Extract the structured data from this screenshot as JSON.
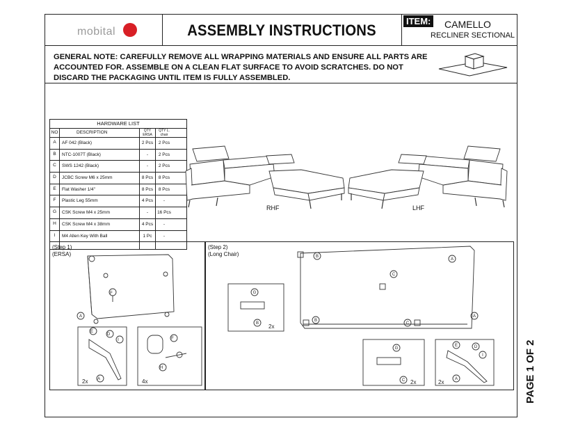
{
  "header": {
    "logo_text": "mobital",
    "title": "ASSEMBLY INSTRUCTIONS",
    "item_tag": "ITEM:",
    "item_name": "CAMELLO",
    "item_sub": "RECLINER SECTIONAL"
  },
  "general_note": "GENERAL NOTE: CAREFULLY REMOVE ALL WRAPPING MATERIALS AND ENSURE ALL PARTS ARE ACCOUNTED FOR. ASSEMBLE ON A CLEAN FLAT SURFACE TO AVOID SCRATCHES. DO NOT DISCARD THE PACKAGING UNTIL ITEM IS FULLY ASSEMBLED.",
  "hardware": {
    "title": "HARDWARE LIST",
    "col_no": "NO",
    "col_desc": "DESCRIPTION",
    "col_q1": "QTY ERSA",
    "col_q2": "QTY L. chair",
    "rows": [
      {
        "no": "A",
        "desc": "AF 042 (Black)",
        "q1": "2 Pcs",
        "q2": "2 Pcs"
      },
      {
        "no": "B",
        "desc": "NTC-1007T (Black)",
        "q1": "-",
        "q2": "2 Pcs"
      },
      {
        "no": "C",
        "desc": "SWS 1242 (Black)",
        "q1": "-",
        "q2": "2 Pcs"
      },
      {
        "no": "D",
        "desc": "JCBC Screw M6 x 25mm",
        "q1": "8 Pcs",
        "q2": "8 Pcs"
      },
      {
        "no": "E",
        "desc": "Flat Washer 1/4\"",
        "q1": "8 Pcs",
        "q2": "8 Pcs"
      },
      {
        "no": "F",
        "desc": "Plastic Leg 55mm",
        "q1": "4 Pcs",
        "q2": "-"
      },
      {
        "no": "G",
        "desc": "CSK Screw M4 x 25mm",
        "q1": "-",
        "q2": "16 Pcs"
      },
      {
        "no": "H",
        "desc": "CSK Screw M4 x 38mm",
        "q1": "4 Pcs",
        "q2": "-"
      },
      {
        "no": "I",
        "desc": "M4 Allen Key With Ball",
        "q1": "1 Pc",
        "q2": "-"
      }
    ]
  },
  "sofa_labels": {
    "rhf": "RHF",
    "lhf": "LHF"
  },
  "step1": {
    "line1": "(Step 1)",
    "line2": "(ERSA)",
    "qty_a": "2x",
    "qty_b": "4x"
  },
  "step2": {
    "line1": "(Step 2)",
    "line2": "(Long Chair)",
    "qty_a": "2x",
    "qty_b": "2x",
    "qty_c": "2x"
  },
  "page_number": "PAGE 1 OF 2"
}
